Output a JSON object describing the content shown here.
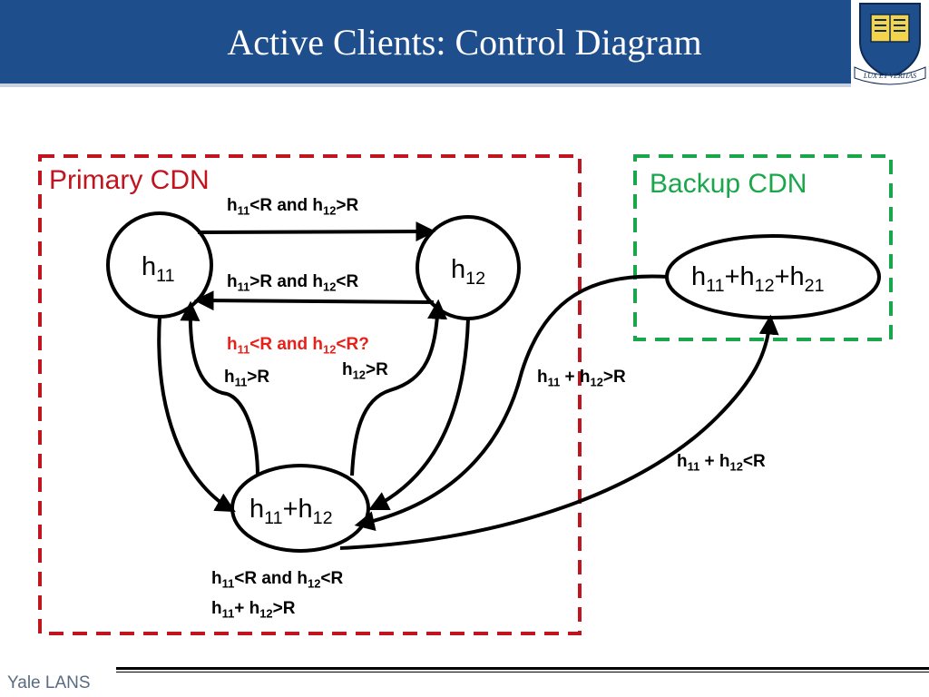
{
  "slide": {
    "title": "Active Clients: Control Diagram",
    "footer": "Yale LANS",
    "logo_motto": "LUX ET VERITAS",
    "colors": {
      "header": "#1f4e8c",
      "primary": "#c0141e",
      "backup": "#1aa64a",
      "warning": "#e8201a"
    }
  },
  "groups": {
    "primary": {
      "title": "Primary CDN"
    },
    "backup": {
      "title": "Backup CDN"
    }
  },
  "nodes": {
    "h11": {
      "base": "h",
      "sub": "11"
    },
    "h12": {
      "base": "h",
      "sub": "12"
    },
    "sum2": {
      "p1": "h",
      "s1": "11",
      "op": "+h",
      "s2": "12"
    },
    "sum3": {
      "p1": "h",
      "s1": "11",
      "op1": "+h",
      "s2": "12",
      "op2": "+h",
      "s3": "21"
    }
  },
  "edges": {
    "h11_to_h12": {
      "a": "h",
      "s1": "11",
      "b": "<R and h",
      "s2": "12",
      "c": ">R"
    },
    "h12_to_h11": {
      "a": "h",
      "s1": "11",
      "b": ">R and h",
      "s2": "12",
      "c": "<R"
    },
    "question": {
      "a": "h",
      "s1": "11",
      "b": "<R and h",
      "s2": "12",
      "c": "<R?"
    },
    "sum_to_h11": {
      "a": "h",
      "s1": "11",
      "c": ">R"
    },
    "sum_to_h12": {
      "a": "h",
      "s1": "12",
      "c": ">R"
    },
    "sum_to_backup": {
      "a": "h",
      "s1": "11",
      "b": " + h",
      "s2": "12",
      "c": ">R"
    },
    "backup_to_sum": {
      "a": "h",
      "s1": "11",
      "b": " + h",
      "s2": "12",
      "c": "<R"
    },
    "self_a": {
      "a": "h",
      "s1": "11",
      "b": "<R and h",
      "s2": "12",
      "c": "<R"
    },
    "self_b": {
      "a": "h",
      "s1": "11",
      "b": "+ h",
      "s2": "12",
      "c": ">R"
    }
  }
}
